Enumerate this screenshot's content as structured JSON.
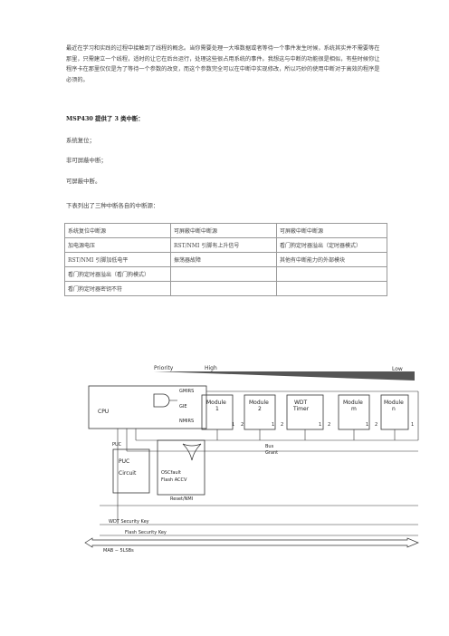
{
  "intro": "最近在学习和实践的过程中接触到了线程的概念。当你需要处理一大堆数据或者等待一个事件发生时候，系统其实并不需要等在那里，只需建立一个线程，适时的让它在后台运行，处理这些很占用系统的事件。我想这与中断的功能很是相似，有些时候你让程序卡在那里仅仅是为了等待一个参数的改变，而这个参数完全可以在中断中实现修改，所以巧妙的使用中断对于高效的程序是必须的。",
  "heading": "MSP430 提供了 3 类中断：",
  "items": [
    "系统复位；",
    "非可屏蔽中断；",
    "可屏蔽中断。"
  ],
  "table_intro": "下表列出了三种中断各自的中断源：",
  "table": {
    "rows": [
      [
        "系统复位中断源",
        "可屏蔽中断中断源",
        "可屏蔽中断中断源"
      ],
      [
        "加电源电压",
        "RST/NMI 引脚有上升信号",
        "看门狗定时器溢出（定时器模式）"
      ],
      [
        "RST/NMI 引脚加低电平",
        "振荡器故障",
        "其他有中断能力的外部模块"
      ],
      [
        "看门狗定时器溢出（看门狗模式）",
        "",
        ""
      ],
      [
        "看门狗定时器密钥不符",
        "",
        ""
      ]
    ]
  },
  "diagram": {
    "priority": "Priority",
    "high": "High",
    "low": "Low",
    "cpu": "CPU",
    "gmirs": "GMIRS",
    "gie": "GIE",
    "nmirs": "NMIRS",
    "modules": [
      {
        "line1": "Module",
        "line2": "1"
      },
      {
        "line1": "Module",
        "line2": "2"
      },
      {
        "line1": "WDT",
        "line2": "Timer"
      },
      {
        "line1": "Module",
        "line2": "m"
      },
      {
        "line1": "Module",
        "line2": "n"
      }
    ],
    "pin1": "1",
    "pin2": "2",
    "bus_grant": [
      "Bus",
      "Grant"
    ],
    "puc": "PUC",
    "puc_circuit": [
      "PUC",
      "Circuit"
    ],
    "oscfault": "OSCfault",
    "flash_accv": "Flash ACCV",
    "reset_nmi": "Reset/NMI",
    "wdt_key": "WDT Security Key",
    "flash_key": "Flash Security Key",
    "mab": "MAB − 5LSBs"
  }
}
